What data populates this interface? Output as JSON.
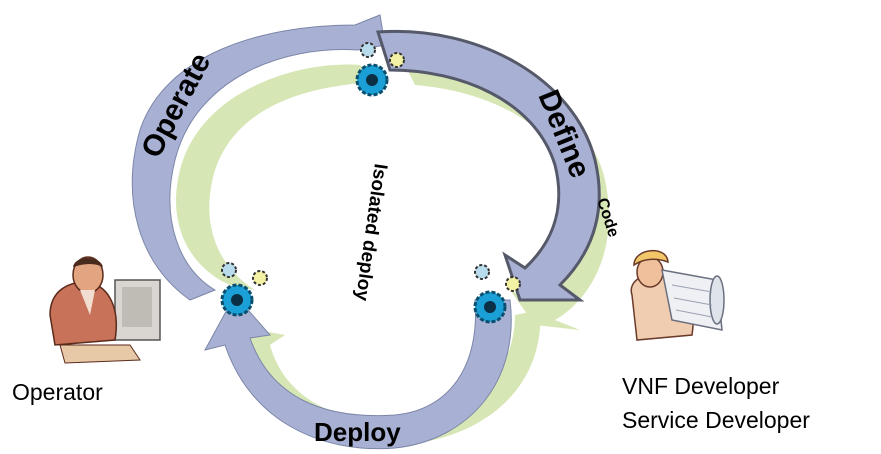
{
  "cycle": {
    "operate_label": "Operate",
    "define_label": "Define",
    "deploy_label": "Deploy",
    "code_label": "Code",
    "isolated_label": "Isolated deploy"
  },
  "actors": {
    "operator": "Operator",
    "developer_line1": "VNF Developer",
    "developer_line2": "Service Developer"
  },
  "colors": {
    "main_arrow": "#a8b1d3",
    "main_arrow_stroke": "#7c86a8",
    "inner_arrow": "#d6e6b4",
    "gear_main": "#1aa0d6",
    "gear_small_blue": "#b9dcec",
    "gear_small_yellow": "#f3f1a4"
  }
}
